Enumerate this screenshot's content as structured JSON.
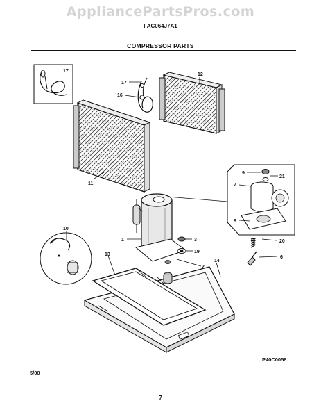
{
  "header": {
    "watermark": "AppliancePartsPros.com",
    "model": "FAC064J7A1",
    "section_title": "COMPRESSOR PARTS"
  },
  "callouts": [
    "17",
    "17",
    "16",
    "12",
    "11",
    "9",
    "21",
    "7",
    "8",
    "10",
    "1",
    "3",
    "19",
    "20",
    "6",
    "13",
    "2",
    "14"
  ],
  "footer": {
    "date": "5/00",
    "page": "7",
    "reference_code": "P40C0058"
  }
}
